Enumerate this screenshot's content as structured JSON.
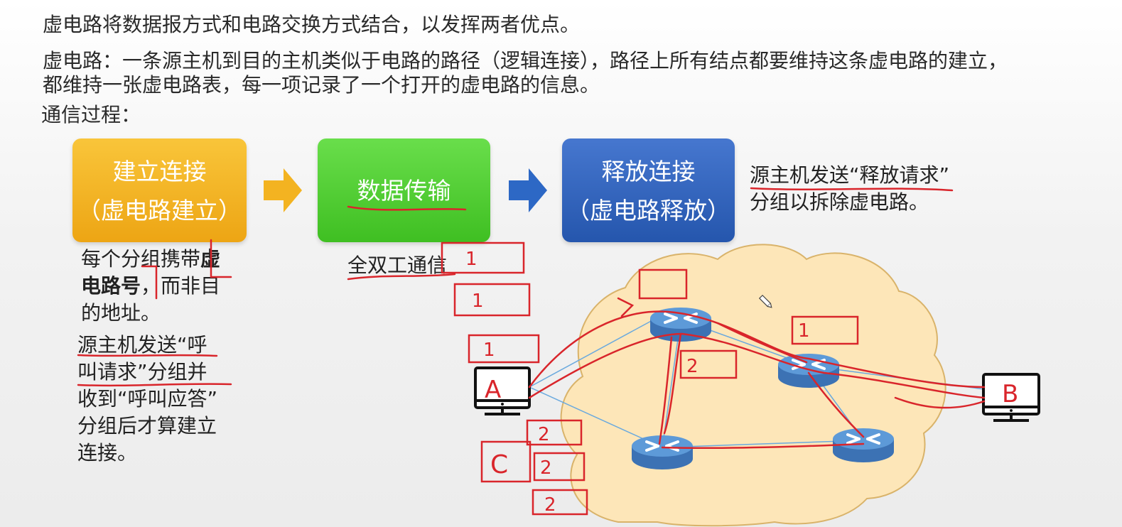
{
  "intro": "虚电路将数据报方式和电路交换方式结合，以发挥两者优点。",
  "definition": {
    "line1": "虚电路：一条源主机到目的主机类似于电路的路径（逻辑连接），路径上所有结点都要维持这条虚电路的建立，",
    "line2": "都维持一张虚电路表，每一项记录了一个打开的虚电路的信息。"
  },
  "process_label": "通信过程：",
  "steps": [
    {
      "title": "建立连接",
      "subtitle": "（虚电路建立）",
      "color": "#f4b020"
    },
    {
      "title": "数据传输",
      "subtitle": "",
      "color": "#4fcf2c"
    },
    {
      "title": "释放连接",
      "subtitle": "（虚电路释放）",
      "color": "#2f63b8"
    }
  ],
  "notes": {
    "release": {
      "line1": "源主机发送“释放请求”",
      "line2": "分组以拆除虚电路。"
    },
    "duplex": "全双工通信",
    "vc_number": {
      "line1_a": "每个分组携带",
      "line1_b": "虚",
      "line2_a": "电路号",
      "line2_b": "，而非目",
      "line3": "的地址。"
    },
    "call": {
      "line1": "源主机发送“呼",
      "line2": "叫请求”分组并",
      "line3": "收到“呼叫应答”",
      "line4": "分组后才算建立",
      "line5": "连接。"
    }
  },
  "network": {
    "hosts": [
      "A",
      "B"
    ],
    "extra_host_label": "C",
    "packet_labels": [
      "1",
      "1",
      "1",
      "1",
      "2",
      "2",
      "2",
      "2"
    ]
  },
  "colors": {
    "annotation_red": "#d9252b",
    "cloud_fill": "#fde6b8",
    "cloud_stroke": "#d9b36a",
    "router_blue": "#4a86c8"
  }
}
